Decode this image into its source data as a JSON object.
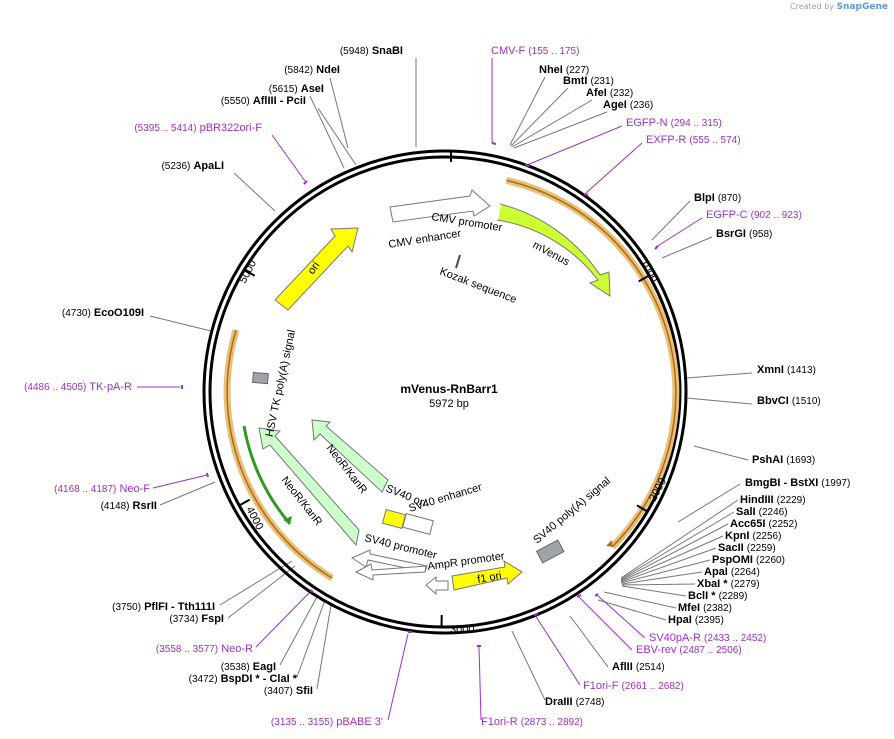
{
  "credit": {
    "prefix": "Created by",
    "brand": "SnapGene"
  },
  "plasmid": {
    "name": "mVenus-RnBarr1",
    "size_label": "5972 bp",
    "length": 5972
  },
  "ticks": [
    {
      "label": "1000",
      "pos": 1000
    },
    {
      "label": "2000",
      "pos": 2000
    },
    {
      "label": "3000",
      "pos": 3000
    },
    {
      "label": "4000",
      "pos": 4000
    },
    {
      "label": "5000",
      "pos": 5000
    }
  ],
  "colors": {
    "enzyme": "#000000",
    "primer": "#9b30c7",
    "leader": "#777777",
    "backbone": "#000000",
    "orange_arc": "#d9a144",
    "yellow_feature": "#ffff00",
    "green_feature": "#ccff99",
    "light_green": "#ccffcc",
    "gray_feature": "#a0a4a8",
    "white_feature": "#ffffff"
  },
  "enzymes": [
    {
      "name": "SnaBI",
      "pos": "(5948)"
    },
    {
      "name": "NdeI",
      "pos": "(5842)"
    },
    {
      "name": "AseI",
      "pos": "(5615)"
    },
    {
      "name": "AflIII - PciI",
      "pos": "(5550)"
    },
    {
      "name": "ApaLI",
      "pos": "(5236)"
    },
    {
      "name": "EcoO109I",
      "pos": "(4730)"
    },
    {
      "name": "RsrII",
      "pos": "(4148)"
    },
    {
      "name": "PflFI - Tth111I",
      "pos": "(3750)"
    },
    {
      "name": "FspI",
      "pos": "(3734)"
    },
    {
      "name": "EagI",
      "pos": "(3538)"
    },
    {
      "name": "BspDI * - ClaI *",
      "pos": "(3472)"
    },
    {
      "name": "SfiI",
      "pos": "(3407)"
    },
    {
      "name": "NheI",
      "pos": "(227)"
    },
    {
      "name": "BmtI",
      "pos": "(231)"
    },
    {
      "name": "AfeI",
      "pos": "(232)"
    },
    {
      "name": "AgeI",
      "pos": "(236)"
    },
    {
      "name": "BlpI",
      "pos": "(870)"
    },
    {
      "name": "BsrGI",
      "pos": "(958)"
    },
    {
      "name": "XmnI",
      "pos": "(1413)"
    },
    {
      "name": "BbvCI",
      "pos": "(1510)"
    },
    {
      "name": "PshAI",
      "pos": "(1693)"
    },
    {
      "name": "BmgBI - BstXI",
      "pos": "(1997)"
    },
    {
      "name": "HindIII",
      "pos": "(2229)"
    },
    {
      "name": "SalI",
      "pos": "(2246)"
    },
    {
      "name": "Acc65I",
      "pos": "(2252)"
    },
    {
      "name": "KpnI",
      "pos": "(2256)"
    },
    {
      "name": "SacII",
      "pos": "(2259)"
    },
    {
      "name": "PspOMI",
      "pos": "(2260)"
    },
    {
      "name": "ApaI",
      "pos": "(2264)"
    },
    {
      "name": "XbaI *",
      "pos": "(2279)"
    },
    {
      "name": "BclI *",
      "pos": "(2289)"
    },
    {
      "name": "MfeI",
      "pos": "(2382)"
    },
    {
      "name": "HpaI",
      "pos": "(2395)"
    },
    {
      "name": "AflII",
      "pos": "(2514)"
    },
    {
      "name": "DraIII",
      "pos": "(2748)"
    }
  ],
  "primers": [
    {
      "name": "CMV-F",
      "range": "(155 .. 175)"
    },
    {
      "name": "EGFP-N",
      "range": "(294 .. 315)"
    },
    {
      "name": "EXFP-R",
      "range": "(555 .. 574)"
    },
    {
      "name": "EGFP-C",
      "range": "(902 .. 923)"
    },
    {
      "name": "pBR322ori-F",
      "range": "(5395 .. 5414)"
    },
    {
      "name": "TK-pA-R",
      "range": "(4486 .. 4505)"
    },
    {
      "name": "Neo-F",
      "range": "(4168 .. 4187)"
    },
    {
      "name": "Neo-R",
      "range": "(3558 .. 3577)"
    },
    {
      "name": "pBABE 3'",
      "range": "(3135 .. 3155)"
    },
    {
      "name": "F1ori-R",
      "range": "(2873 .. 2892)"
    },
    {
      "name": "F1ori-F",
      "range": "(2661 .. 2682)"
    },
    {
      "name": "EBV-rev",
      "range": "(2487 .. 2506)"
    },
    {
      "name": "SV40pA-R",
      "range": "(2433 .. 2452)"
    }
  ],
  "features": [
    {
      "name": "CMV enhancer"
    },
    {
      "name": "CMV promoter"
    },
    {
      "name": "mVenus"
    },
    {
      "name": "Kozak sequence"
    },
    {
      "name": "ori"
    },
    {
      "name": "HSV TK poly(A) signal"
    },
    {
      "name": "NeoR/KanR"
    },
    {
      "name": "NeoR/KanR"
    },
    {
      "name": "SV40 ori"
    },
    {
      "name": "SV40 enhancer"
    },
    {
      "name": "SV40 promoter"
    },
    {
      "name": "AmpR promoter"
    },
    {
      "name": "f1 ori"
    },
    {
      "name": "SV40 poly(A) signal"
    }
  ]
}
